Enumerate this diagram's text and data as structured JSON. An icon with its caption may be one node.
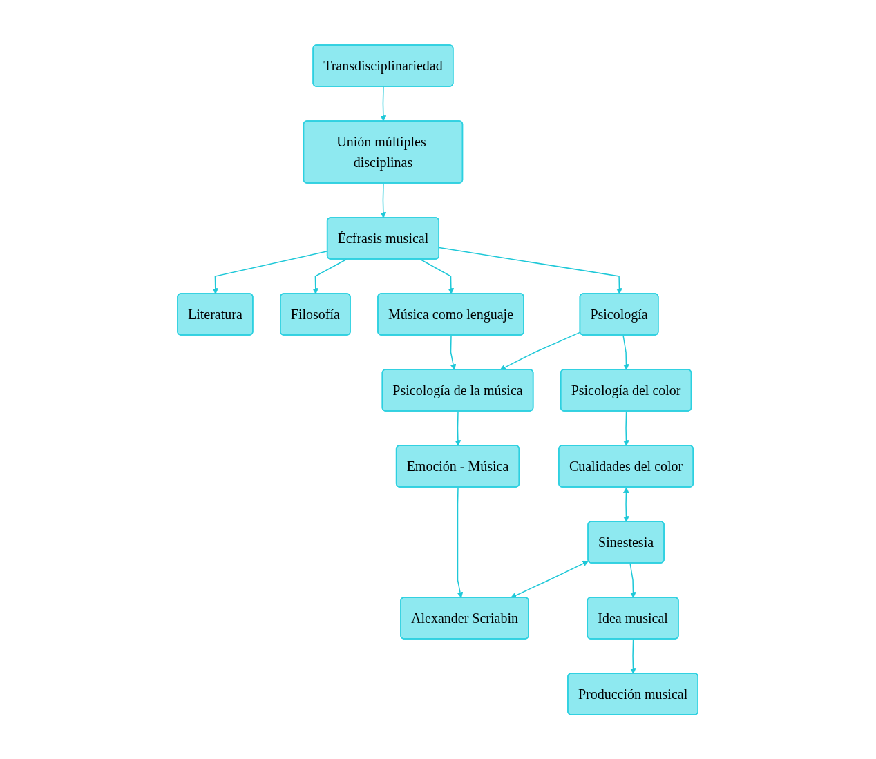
{
  "diagram": {
    "nodes": [
      {
        "text": [
          "Transdisciplinariedad"
        ]
      },
      {
        "text": [
          "Unión múltiples disciplinas"
        ]
      },
      {
        "text": [
          "Literatura"
        ]
      },
      {
        "text": [
          "Écfrasis musical"
        ]
      },
      {
        "text": [
          "Filosofía"
        ]
      },
      {
        "text": [
          "Psicología"
        ]
      },
      {
        "text": [
          "Música como lenguaje"
        ]
      },
      {
        "text": [
          "Psicología del color"
        ]
      },
      {
        "text": [
          "Psicología de la música"
        ]
      },
      {
        "text": [
          "Emoción - Música"
        ]
      },
      {
        "text": [
          "Cualidades del color"
        ]
      },
      {
        "text": [
          "Sinestesia"
        ]
      },
      {
        "text": [
          "Alexander Scriabin"
        ]
      },
      {
        "text": [
          "Idea musical"
        ]
      },
      {
        "text": [
          "Producción musical"
        ]
      }
    ],
    "edges": [
      {
        "from": 0,
        "to": 1,
        "arrow": "to"
      },
      {
        "from": 1,
        "to": 3,
        "arrow": "to"
      },
      {
        "from": 3,
        "to": 2,
        "arrow": "to"
      },
      {
        "from": 3,
        "to": 4,
        "arrow": "to"
      },
      {
        "from": 3,
        "to": 5,
        "arrow": "to"
      },
      {
        "from": 3,
        "to": 6,
        "arrow": "to"
      },
      {
        "from": 5,
        "to": 7,
        "arrow": "to"
      },
      {
        "from": 5,
        "to": 8,
        "arrow": "to"
      },
      {
        "from": 6,
        "to": 8,
        "arrow": "to"
      },
      {
        "from": 8,
        "to": 9,
        "arrow": "to"
      },
      {
        "from": 7,
        "to": 10,
        "arrow": "to"
      },
      {
        "from": 10,
        "to": 11,
        "arrow": "both"
      },
      {
        "from": 11,
        "to": 12,
        "arrow": "both"
      },
      {
        "from": 9,
        "to": 12,
        "arrow": "to"
      },
      {
        "from": 11,
        "to": 13,
        "arrow": "to"
      },
      {
        "from": 13,
        "to": 14,
        "arrow": "to"
      }
    ]
  }
}
